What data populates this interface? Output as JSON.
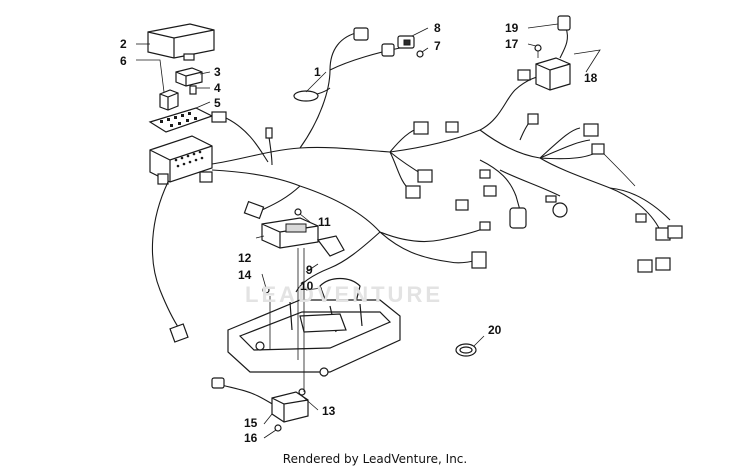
{
  "watermark": "LEADVENTURE",
  "credit": "Rendered by LeadVenture, Inc.",
  "callouts": [
    {
      "id": "1",
      "label": "1"
    },
    {
      "id": "2",
      "label": "2"
    },
    {
      "id": "3",
      "label": "3"
    },
    {
      "id": "4",
      "label": "4"
    },
    {
      "id": "5",
      "label": "5"
    },
    {
      "id": "6",
      "label": "6"
    },
    {
      "id": "7",
      "label": "7"
    },
    {
      "id": "8",
      "label": "8"
    },
    {
      "id": "9",
      "label": "9"
    },
    {
      "id": "10",
      "label": "10"
    },
    {
      "id": "11",
      "label": "11"
    },
    {
      "id": "12",
      "label": "12"
    },
    {
      "id": "13",
      "label": "13"
    },
    {
      "id": "14",
      "label": "14"
    },
    {
      "id": "15",
      "label": "15"
    },
    {
      "id": "16",
      "label": "16"
    },
    {
      "id": "17",
      "label": "17"
    },
    {
      "id": "18",
      "label": "18"
    },
    {
      "id": "19",
      "label": "19"
    },
    {
      "id": "20",
      "label": "20"
    }
  ]
}
